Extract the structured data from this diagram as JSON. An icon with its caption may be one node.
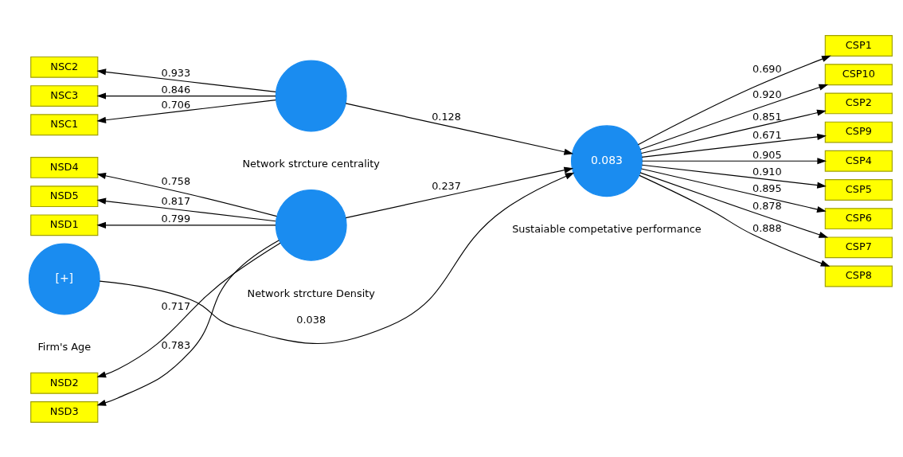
{
  "diagram": {
    "nodes": [
      {
        "text": [
          "NSC2"
        ]
      },
      {
        "text": [
          "NSC3"
        ]
      },
      {
        "text": [
          "NSC1"
        ]
      },
      {
        "text": [
          "NSD1"
        ]
      },
      {
        "text": [
          "NSD2"
        ]
      },
      {
        "text": [
          "NSD3"
        ]
      },
      {
        "text": [
          "NSD4"
        ]
      },
      {
        "text": [
          "NSD5"
        ]
      },
      {
        "text": [
          "Network strcture centrality"
        ]
      },
      {
        "text": [
          "Network strcture Density"
        ]
      },
      {
        "text": [
          "0.083",
          "Sustaiable competative performance"
        ]
      },
      {
        "text": [
          "[+]",
          "Firm's Age"
        ]
      },
      {
        "text": [
          "CSP1"
        ]
      },
      {
        "text": [
          "CSP10"
        ]
      },
      {
        "text": [
          "CSP2"
        ]
      },
      {
        "text": [
          "CSP9"
        ]
      },
      {
        "text": [
          "CSP4"
        ]
      },
      {
        "text": [
          "CSP5"
        ]
      },
      {
        "text": [
          "CSP6"
        ]
      },
      {
        "text": [
          "CSP7"
        ]
      },
      {
        "text": [
          "CSP8"
        ]
      }
    ],
    "edges": [
      {
        "from": 8,
        "to": 0,
        "arrow": "to",
        "label": "0.933"
      },
      {
        "from": 8,
        "to": 1,
        "arrow": "to",
        "label": "0.846"
      },
      {
        "from": 8,
        "to": 2,
        "arrow": "to",
        "label": "0.706"
      },
      {
        "from": 9,
        "to": 3,
        "arrow": "to",
        "label": "0.799"
      },
      {
        "from": 9,
        "to": 4,
        "arrow": "to",
        "label": "0.717"
      },
      {
        "from": 9,
        "to": 5,
        "arrow": "to",
        "label": "0.783"
      },
      {
        "from": 9,
        "to": 6,
        "arrow": "to",
        "label": "0.758"
      },
      {
        "from": 9,
        "to": 7,
        "arrow": "to",
        "label": "0.817"
      },
      {
        "from": 8,
        "to": 10,
        "arrow": "to",
        "label": "0.128"
      },
      {
        "from": 9,
        "to": 10,
        "arrow": "to",
        "label": "0.237"
      },
      {
        "from": 11,
        "to": 10,
        "arrow": "to",
        "label": "0.038"
      },
      {
        "from": 10,
        "to": 12,
        "arrow": "to",
        "label": "0.690"
      },
      {
        "from": 10,
        "to": 13,
        "arrow": "to",
        "label": "0.920"
      },
      {
        "from": 10,
        "to": 14,
        "arrow": "to",
        "label": "0.851"
      },
      {
        "from": 10,
        "to": 15,
        "arrow": "to",
        "label": "0.671"
      },
      {
        "from": 10,
        "to": 16,
        "arrow": "to",
        "label": "0.905"
      },
      {
        "from": 10,
        "to": 17,
        "arrow": "to",
        "label": "0.910"
      },
      {
        "from": 10,
        "to": 18,
        "arrow": "to",
        "label": "0.895"
      },
      {
        "from": 10,
        "to": 19,
        "arrow": "to",
        "label": "0.878"
      },
      {
        "from": 10,
        "to": 20,
        "arrow": "to",
        "label": "0.888"
      }
    ]
  }
}
